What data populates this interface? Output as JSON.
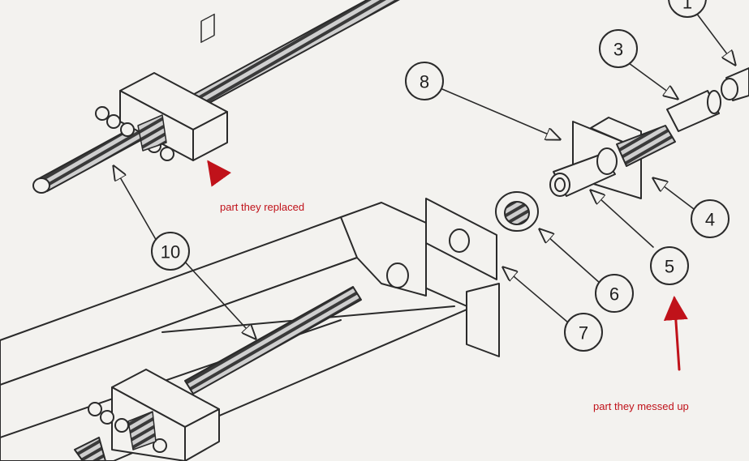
{
  "callouts": {
    "c1": "1",
    "c3": "3",
    "c4": "4",
    "c5": "5",
    "c6": "6",
    "c7": "7",
    "c8": "8",
    "c10": "10"
  },
  "annotations": {
    "replaced": "part they replaced",
    "messed_up": "part they messed up",
    "color": "#c0121a"
  },
  "colors": {
    "line": "#2a2a2a",
    "paper": "#f3f2ef"
  }
}
